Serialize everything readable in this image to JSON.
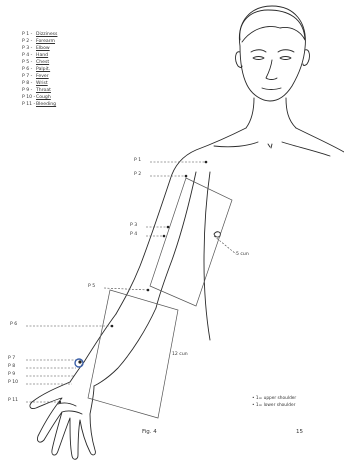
{
  "legend": [
    {
      "code": "P 1 -",
      "name": "Dizziness"
    },
    {
      "code": "P 2 -",
      "name": "Forearm"
    },
    {
      "code": "P 3 -",
      "name": "Elbow"
    },
    {
      "code": "P 4 -",
      "name": "Hand"
    },
    {
      "code": "P 5 -",
      "name": "Chest"
    },
    {
      "code": "P 6 -",
      "name": "Palpit."
    },
    {
      "code": "P 7 -",
      "name": "Fever"
    },
    {
      "code": "P 8 -",
      "name": "Wrist"
    },
    {
      "code": "P 9 -",
      "name": "Throat"
    },
    {
      "code": "P 10 -",
      "name": "Cough"
    },
    {
      "code": "P 11 -",
      "name": "Bleeding"
    }
  ],
  "point_labels": {
    "p1": "P 1",
    "p2": "P 2",
    "p3": "P 3",
    "p4": "P 4",
    "p5": "P 5",
    "p6": "P 6",
    "p7": "P 7",
    "p8": "P 8",
    "p9": "P 9",
    "p10": "P 10",
    "p11": "P 11"
  },
  "measures": {
    "axilla": "5 cun",
    "forearm": "12 cun"
  },
  "note": [
    "• 1= upper shoulder",
    "• 1= lower shoulder"
  ],
  "figure_label": "Fig. 4",
  "page_number": "15",
  "colors": {
    "ink": "#2a2a2a",
    "marker": "#3a5fa8"
  }
}
